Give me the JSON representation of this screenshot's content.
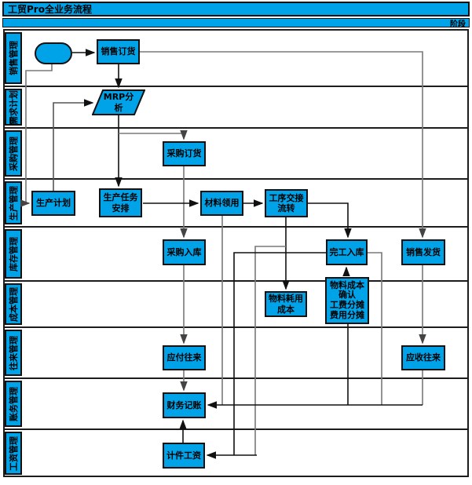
{
  "header": {
    "title": "工贸Pro全业务流程",
    "phase_label": "阶段"
  },
  "lanes": [
    {
      "id": "sales",
      "label": "销售管理"
    },
    {
      "id": "demand",
      "label": "需求计划"
    },
    {
      "id": "purchasing",
      "label": "采购管理"
    },
    {
      "id": "production",
      "label": "生产管理"
    },
    {
      "id": "inventory",
      "label": "库存管理"
    },
    {
      "id": "cost",
      "label": "成本管理"
    },
    {
      "id": "current",
      "label": "往来管理"
    },
    {
      "id": "accounting",
      "label": "账务管理"
    },
    {
      "id": "payroll",
      "label": "工资管理"
    }
  ],
  "nodes": {
    "start": {
      "label": "",
      "type": "start",
      "lane": "销售管理"
    },
    "sales_order": {
      "label": "销售订货",
      "type": "process",
      "lane": "销售管理"
    },
    "mrp": {
      "label": "MRP分\n析",
      "type": "io",
      "lane": "需求计划"
    },
    "purchase_order": {
      "label": "采购订货",
      "type": "process",
      "lane": "采购管理"
    },
    "production_plan": {
      "label": "生产计划",
      "type": "process",
      "lane": "生产管理"
    },
    "production_task": {
      "label": "生产任务\n安排",
      "type": "process",
      "lane": "生产管理"
    },
    "material_requisition": {
      "label": "材料领用",
      "type": "process",
      "lane": "生产管理"
    },
    "process_handover": {
      "label": "工序交接\n流转",
      "type": "process",
      "lane": "生产管理"
    },
    "purchase_receipt": {
      "label": "采购入库",
      "type": "process",
      "lane": "库存管理"
    },
    "finish_receipt": {
      "label": "完工入库",
      "type": "process",
      "lane": "库存管理"
    },
    "sales_delivery": {
      "label": "销售发货",
      "type": "process",
      "lane": "库存管理"
    },
    "material_cost": {
      "label": "物料耗用\n成本",
      "type": "process",
      "lane": "成本管理"
    },
    "cost_confirm": {
      "label": "物料成本\n确认\n工费分摊\n费用分摊",
      "type": "process",
      "lane": "成本管理"
    },
    "payable": {
      "label": "应付往来",
      "type": "process",
      "lane": "往来管理"
    },
    "receivable": {
      "label": "应收往来",
      "type": "process",
      "lane": "往来管理"
    },
    "bookkeeping": {
      "label": "财务记账",
      "type": "process",
      "lane": "账务管理"
    },
    "piece_wage": {
      "label": "计件工资",
      "type": "process",
      "lane": "工资管理"
    }
  },
  "edges": [
    {
      "from": "start",
      "to": "sales_order"
    },
    {
      "from": "start",
      "to": "production_plan"
    },
    {
      "from": "sales_order",
      "to": "mrp"
    },
    {
      "from": "sales_order",
      "to": "sales_delivery"
    },
    {
      "from": "production_plan",
      "to": "mrp"
    },
    {
      "from": "mrp",
      "to": "production_task"
    },
    {
      "from": "mrp",
      "to": "purchase_order"
    },
    {
      "from": "purchase_order",
      "to": "purchase_receipt"
    },
    {
      "from": "production_task",
      "to": "material_requisition"
    },
    {
      "from": "material_requisition",
      "to": "process_handover"
    },
    {
      "from": "material_requisition",
      "to": "bookkeeping"
    },
    {
      "from": "process_handover",
      "to": "finish_receipt"
    },
    {
      "from": "process_handover",
      "to": "material_cost"
    },
    {
      "from": "process_handover",
      "to": "piece_wage"
    },
    {
      "from": "finish_receipt",
      "to": "piece_wage"
    },
    {
      "from": "finish_receipt",
      "to": "bookkeeping"
    },
    {
      "from": "cost_confirm",
      "to": "finish_receipt"
    },
    {
      "from": "cost_confirm",
      "to": "bookkeeping"
    },
    {
      "from": "purchase_receipt",
      "to": "payable"
    },
    {
      "from": "payable",
      "to": "bookkeeping"
    },
    {
      "from": "sales_delivery",
      "to": "receivable"
    },
    {
      "from": "receivable",
      "to": "bookkeeping"
    },
    {
      "from": "piece_wage",
      "to": "bookkeeping"
    }
  ],
  "colors": {
    "node_fill": "#00A3E8",
    "node_border": "#111111",
    "line_black": "#111111",
    "line_gray": "#787878",
    "background": "#FFFFFF"
  }
}
